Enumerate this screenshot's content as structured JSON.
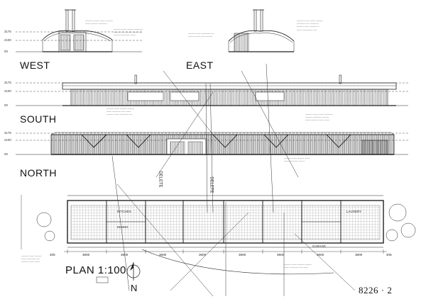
{
  "views": {
    "west": "WEST",
    "east": "EAST",
    "south": "SOUTH",
    "north": "NORTH"
  },
  "plan": {
    "label": "PLAN 1:100",
    "north_arrow": "N",
    "sheet_number": "8226 · 2"
  },
  "levels": {
    "l1": "3175",
    "l2": "2100",
    "l3": "00"
  },
  "rooms": {
    "kitchen": "KITCHEN",
    "dining": "DINING",
    "garage": "GARAGE",
    "laundry": "LAUNDRY",
    "deleted": "DELETE"
  },
  "dimensions": [
    "405",
    "3600",
    "3600",
    "3600",
    "3600",
    "3600",
    "3600",
    "3600",
    "3600",
    "405"
  ]
}
